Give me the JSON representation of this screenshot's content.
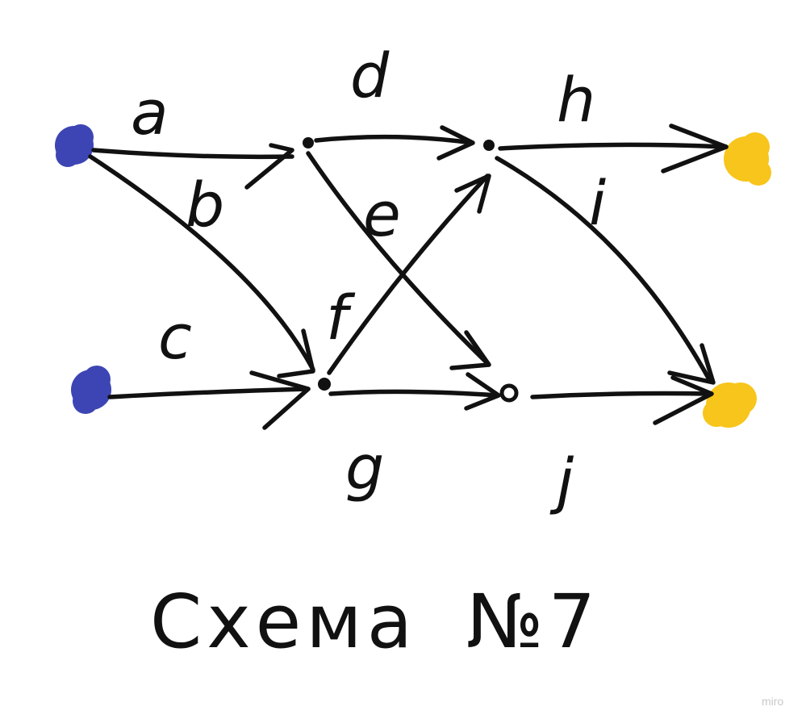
{
  "caption": {
    "word": "Схема",
    "number": "№7"
  },
  "watermark": "miro",
  "colors": {
    "source": "#3d45b5",
    "sink": "#f7c51b",
    "ink": "#111111"
  },
  "edges": {
    "a": "a",
    "b": "b",
    "c": "c",
    "d": "d",
    "e": "e",
    "f": "f",
    "g": "g",
    "h": "h",
    "i": "i",
    "j": "j"
  }
}
